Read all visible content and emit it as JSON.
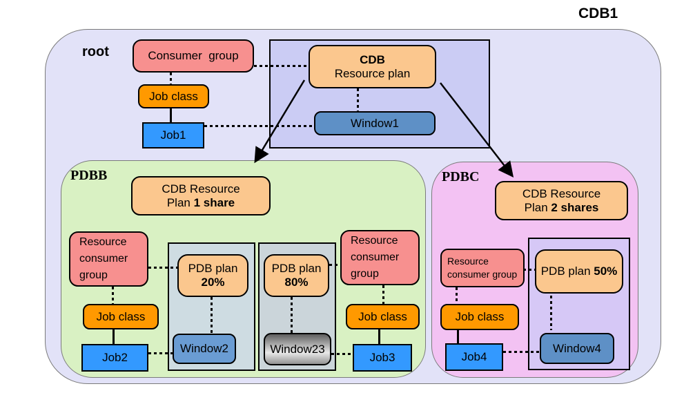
{
  "title": "CDB1",
  "colors": {
    "outer_bg": "#E2E2F8",
    "root_inner_bg": "#CBCCF4",
    "pdbb_bg": "#D9F1C3",
    "pdbc_bg": "#F3C2F3",
    "consumer_group_pink": "#F7908F",
    "job_class_orange": "#FF9900",
    "job_blue": "#3399FF",
    "plan_peach": "#FBC78E",
    "window_blue": "#5E90C6",
    "pdb20_container_bg": "#CEDCE2",
    "pdb80_container_bg": "#CBD5DA",
    "pdbc_container_bg": "#D6C8F6",
    "window23_gradient_top": "#5E5E5E",
    "window23_gradient_bottom": "#939393"
  },
  "root": {
    "label": "root",
    "consumer_group": "Consumer  group",
    "job_class": "Job class",
    "job": "Job1",
    "plan_line1": "CDB",
    "plan_line2": "Resource plan",
    "window": "Window1"
  },
  "pdbb": {
    "label": "PDBB",
    "plan_line1": "CDB Resource",
    "plan_line2_prefix": "Plan ",
    "plan_line2_bold": "1 share",
    "rcg_left_line1": "Resource",
    "rcg_left_line2": "consumer",
    "rcg_left_line3": "group",
    "job_class_left": "Job class",
    "job_left": "Job2",
    "pdb20_line1": "PDB plan",
    "pdb20_bold": "20%",
    "window20": "Window2",
    "pdb80_line1": "PDB plan",
    "pdb80_bold": "80%",
    "window80": "Window23",
    "rcg_right_line1": "Resource",
    "rcg_right_line2": "consumer",
    "rcg_right_line3": "group",
    "job_class_right": "Job class",
    "job_right": "Job3"
  },
  "pdbc": {
    "label": "PDBC",
    "plan_line1": "CDB Resource",
    "plan_line2_prefix": "Plan ",
    "plan_line2_bold": "2 shares",
    "rcg_line1": "Resource",
    "rcg_line2": "consumer group",
    "job_class": "Job class",
    "job": "Job4",
    "pdb50_prefix": "PDB plan ",
    "pdb50_bold": "50%",
    "window": "Window4"
  }
}
